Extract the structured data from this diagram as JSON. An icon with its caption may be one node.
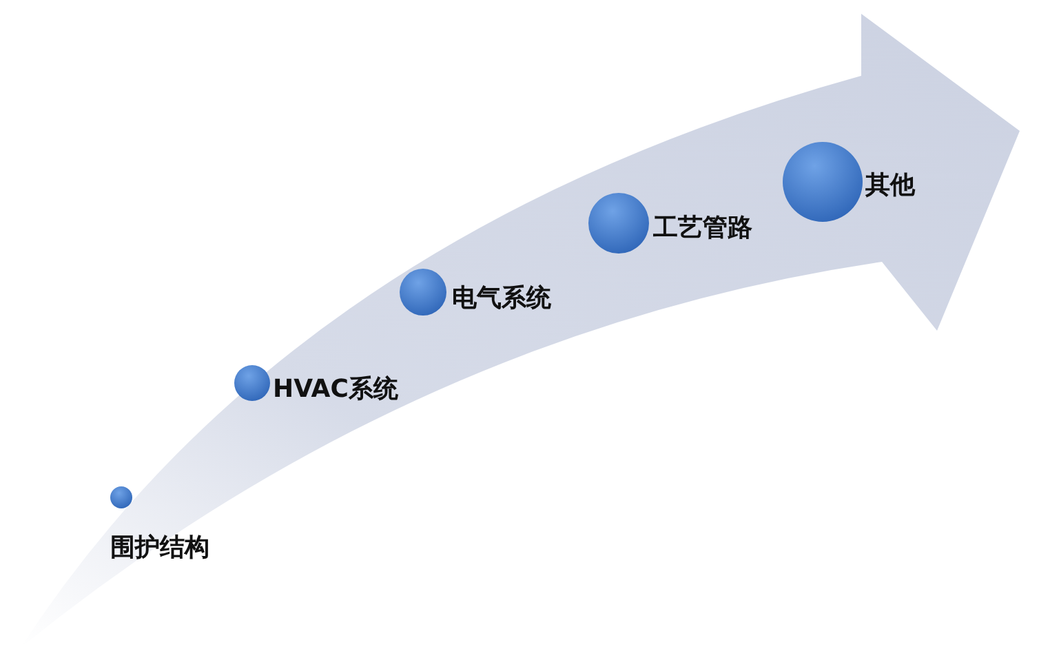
{
  "diagram": {
    "nodes": [
      {
        "text": [],
        "shape": "circle",
        "beside": [
          "围护结构"
        ]
      },
      {
        "text": [],
        "shape": "circle",
        "beside": [
          "HVAC系统"
        ]
      },
      {
        "text": [],
        "shape": "circle",
        "beside": [
          "电气系统"
        ]
      },
      {
        "text": [],
        "shape": "circle",
        "beside": [
          "工艺管路"
        ]
      },
      {
        "text": [],
        "shape": "circle",
        "beside": [
          "其他"
        ]
      }
    ]
  }
}
